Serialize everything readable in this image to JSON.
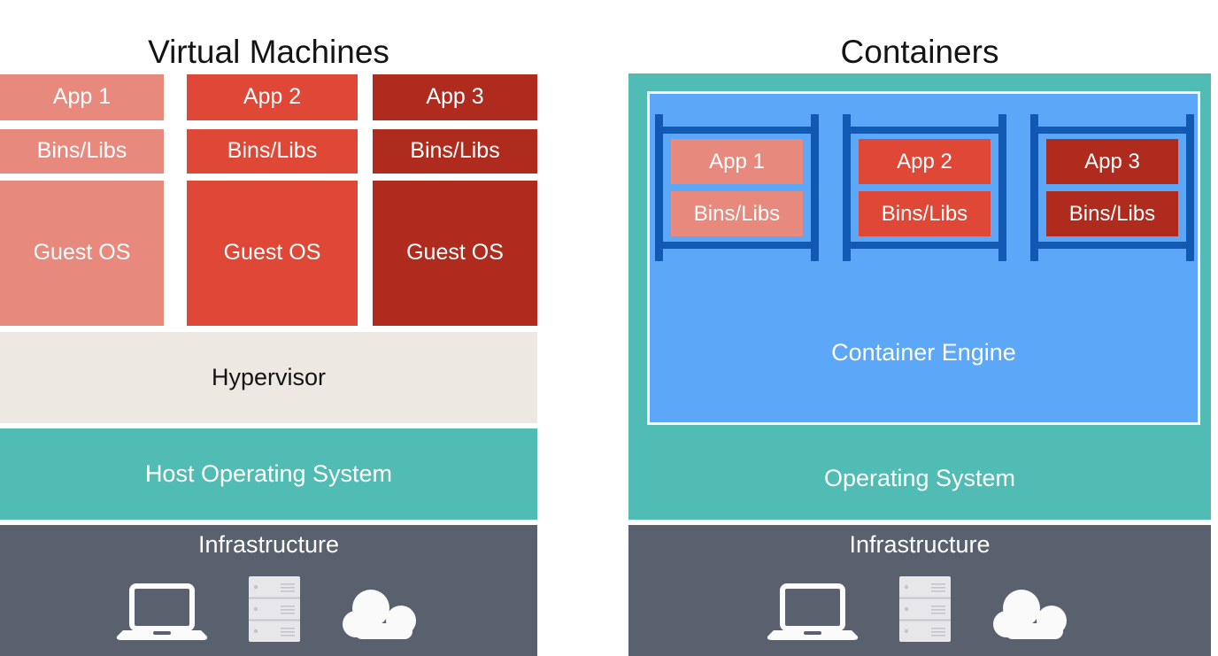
{
  "diagram": {
    "left": {
      "title": "Virtual Machines",
      "stacks": [
        {
          "app": "App 1",
          "bins": "Bins/Libs",
          "guest_os": "Guest OS"
        },
        {
          "app": "App 2",
          "bins": "Bins/Libs",
          "guest_os": "Guest OS"
        },
        {
          "app": "App 3",
          "bins": "Bins/Libs",
          "guest_os": "Guest OS"
        }
      ],
      "hypervisor": "Hypervisor",
      "host_os": "Host Operating System",
      "infrastructure": "Infrastructure"
    },
    "right": {
      "title": "Containers",
      "containers": [
        {
          "app": "App 1",
          "bins": "Bins/Libs"
        },
        {
          "app": "App 2",
          "bins": "Bins/Libs"
        },
        {
          "app": "App 3",
          "bins": "Bins/Libs"
        }
      ],
      "engine": "Container Engine",
      "os": "Operating System",
      "infrastructure": "Infrastructure"
    },
    "icons": [
      "laptop-icon",
      "server-icon",
      "cloud-icon"
    ],
    "colors": {
      "app1_salmon": "#E8897E",
      "app2_red": "#DF4837",
      "app3_dark_red": "#AF2B1D",
      "hypervisor_beige": "#EDE9E2",
      "os_teal": "#50BCB4",
      "infrastructure_slate": "#59616F",
      "engine_light_blue": "#5CA7F7",
      "container_frame_blue": "#1259B4",
      "title_black": "#141414",
      "text_white": "#FFFFFF"
    }
  }
}
